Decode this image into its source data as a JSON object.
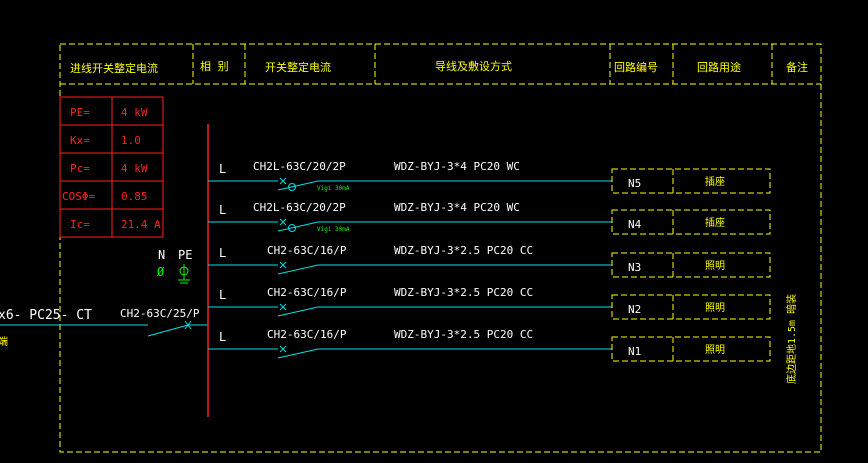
{
  "header": {
    "incoming": "进线开关整定电流",
    "phase": "相 别",
    "switch_setting": "开关整定电流",
    "wire_laying": "导线及敷设方式",
    "circuit_no": "回路编号",
    "circuit_use": "回路用途",
    "remark": "备注"
  },
  "load_table": [
    {
      "label": "PE=",
      "value": "4 kW"
    },
    {
      "label": "Kx=",
      "value": "1.0"
    },
    {
      "label": "Pc=",
      "value": "4 kW"
    },
    {
      "label": "COSΦ=",
      "value": "0.85"
    },
    {
      "label": "Ic=",
      "value": "21.4 A"
    }
  ],
  "incoming": {
    "cable": "x6- PC25- CT",
    "label_fragment": "端",
    "breaker": "CH2-63C/25/P",
    "n_label": "N",
    "pe_label": "PE",
    "n_symbol": "Ø"
  },
  "circuits": [
    {
      "phase": "L",
      "breaker": "CH2L-63C/20/2P",
      "vigi": "Vigi 30mA",
      "wire": "WDZ-BYJ-3*4  PC20  WC",
      "no": "N5",
      "use": "插座"
    },
    {
      "phase": "L",
      "breaker": "CH2L-63C/20/2P",
      "vigi": "Vigi 30mA",
      "wire": "WDZ-BYJ-3*4  PC20  WC",
      "no": "N4",
      "use": "插座"
    },
    {
      "phase": "L",
      "breaker": "CH2-63C/16/P",
      "vigi": "",
      "wire": "WDZ-BYJ-3*2.5  PC20  CC",
      "no": "N3",
      "use": "照明"
    },
    {
      "phase": "L",
      "breaker": "CH2-63C/16/P",
      "vigi": "",
      "wire": "WDZ-BYJ-3*2.5  PC20  CC",
      "no": "N2",
      "use": "照明"
    },
    {
      "phase": "L",
      "breaker": "CH2-63C/16/P",
      "vigi": "",
      "wire": "WDZ-BYJ-3*2.5  PC20  CC",
      "no": "N1",
      "use": "照明"
    }
  ],
  "remark_vertical": "底边距地1.5m 暗装",
  "colors": {
    "background": "#000000",
    "frame": "#ffff00",
    "bus": "#ff2020",
    "wire": "#00e0e0",
    "text": "#ffffff",
    "vigi": "#00ff00"
  }
}
